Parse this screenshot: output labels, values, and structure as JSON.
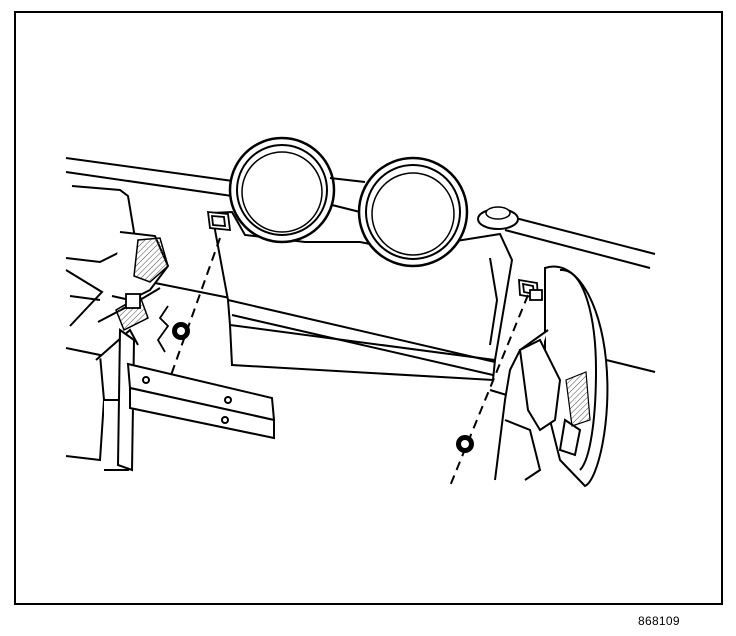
{
  "figure": {
    "number": "868109"
  },
  "colors": {
    "ink": "#000000",
    "paper": "#ffffff",
    "hatch": "#4a4a4a"
  },
  "icons": {
    "left-fastener": "nut",
    "right-fastener": "nut",
    "left-bolt-head": "square-bolt",
    "right-bolt-head": "square-bolt"
  }
}
